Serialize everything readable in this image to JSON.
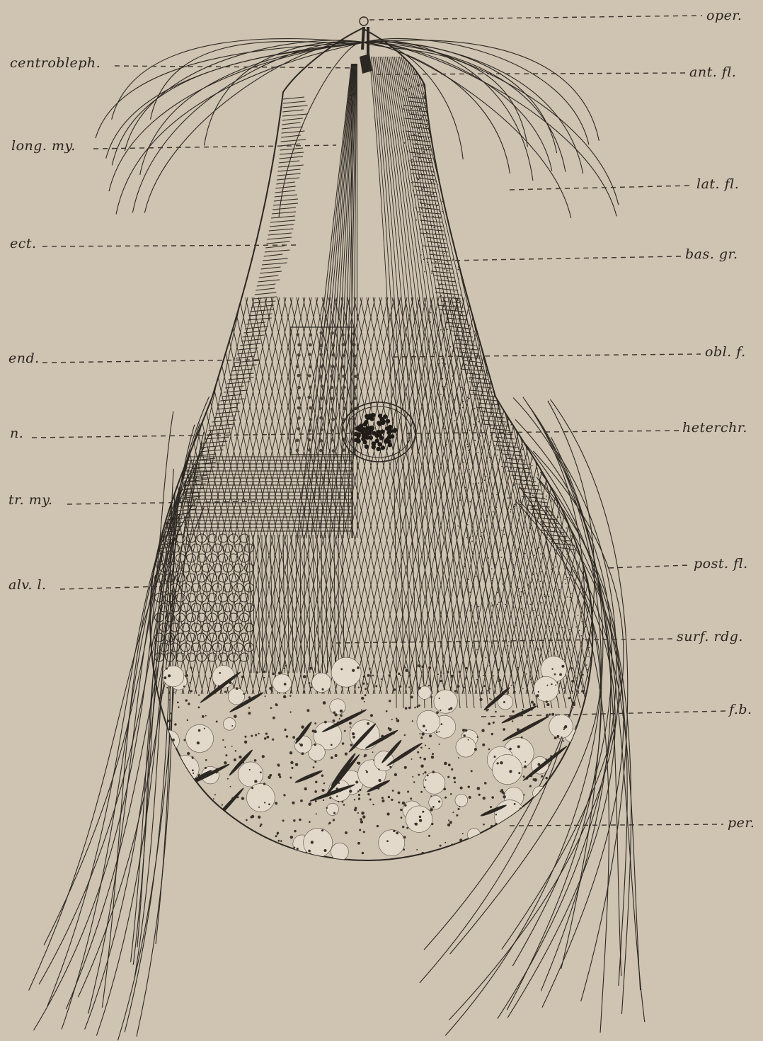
{
  "figure": {
    "labels_left": {
      "centrobleph": "centrobleph.",
      "long_my": "long. my.",
      "ect": "ect.",
      "end": "end.",
      "n": "n.",
      "tr_my": "tr. my.",
      "alv_l": "alv. l."
    },
    "labels_right": {
      "oper": "oper.",
      "ant_fl": "ant. fl.",
      "lat_fl": "lat. fl.",
      "bas_gr": "bas. gr.",
      "obl_f": "obl. f.",
      "heterchr": "heterchr.",
      "post_fl": "post. fl.",
      "surf_rdg": "surf. rdg.",
      "fb": "f.b.",
      "per": "per."
    }
  },
  "colors": {
    "paper": "#cfc3b1",
    "ink": "#2b2722"
  }
}
